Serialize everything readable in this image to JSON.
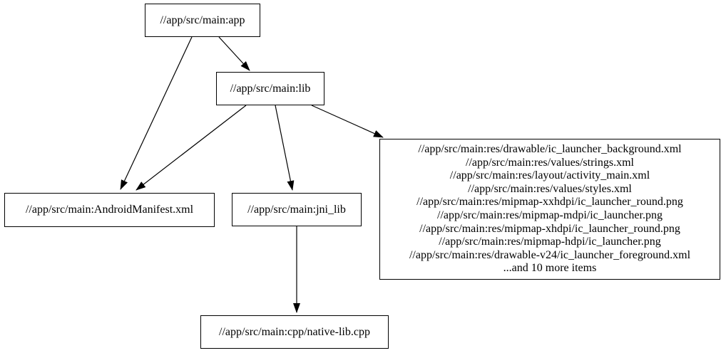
{
  "graph": {
    "type": "dependency-graph",
    "nodes": {
      "app": {
        "label": "//app/src/main:app"
      },
      "lib": {
        "label": "//app/src/main:lib"
      },
      "manifest": {
        "label": "//app/src/main:AndroidManifest.xml"
      },
      "jni_lib": {
        "label": "//app/src/main:jni_lib"
      },
      "resources": {
        "lines": [
          "//app/src/main:res/drawable/ic_launcher_background.xml",
          "//app/src/main:res/values/strings.xml",
          "//app/src/main:res/layout/activity_main.xml",
          "//app/src/main:res/values/styles.xml",
          "//app/src/main:res/mipmap-xxhdpi/ic_launcher_round.png",
          "//app/src/main:res/mipmap-mdpi/ic_launcher.png",
          "//app/src/main:res/mipmap-xhdpi/ic_launcher_round.png",
          "//app/src/main:res/mipmap-hdpi/ic_launcher.png",
          "//app/src/main:res/drawable-v24/ic_launcher_foreground.xml",
          "...and 10 more items"
        ]
      },
      "native": {
        "label": "//app/src/main:cpp/native-lib.cpp"
      }
    },
    "edges": [
      {
        "from": "app",
        "to": "manifest"
      },
      {
        "from": "app",
        "to": "lib"
      },
      {
        "from": "lib",
        "to": "manifest"
      },
      {
        "from": "lib",
        "to": "jni_lib"
      },
      {
        "from": "lib",
        "to": "resources"
      },
      {
        "from": "jni_lib",
        "to": "native"
      }
    ],
    "colors": {
      "background": "#ffffff",
      "node_border": "#000000",
      "text": "#000000",
      "edge": "#000000"
    }
  }
}
